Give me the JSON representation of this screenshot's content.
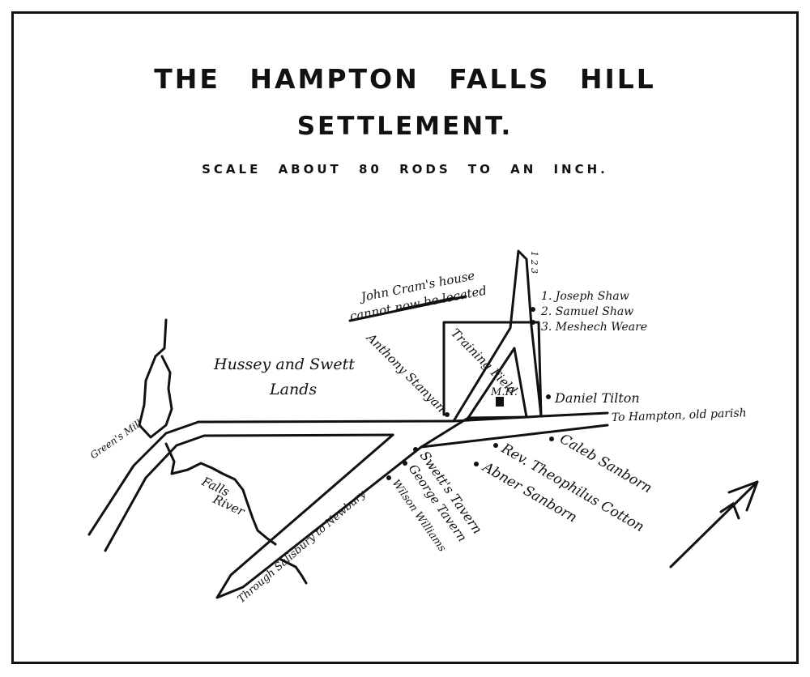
{
  "title": {
    "line1": "THE HAMPTON FALLS HILL",
    "line2": "SETTLEMENT.",
    "scale": "SCALE ABOUT 80 RODS TO AN INCH."
  },
  "labels": {
    "note_line1": "John Cram's house",
    "note_line2": "cannot now be located",
    "hussey_line1": "Hussey and Swett",
    "hussey_line2": "Lands",
    "anthony": "Anthony Stanyan",
    "training": "Training Field",
    "mh": "M.H.",
    "joseph": "1. Joseph Shaw",
    "samuel": "2. Samuel Shaw",
    "mesech": "3. Meshech Weare",
    "numbers": "1 2 3",
    "daniel": "Daniel Tilton",
    "hampton": "To Hampton, old parish",
    "caleb": "Caleb Sanborn",
    "rev": "Rev. Theophilus Cotton",
    "abner": "Abner Sanborn",
    "swetts": "Swett's Tavern",
    "george": "George Tavern",
    "williams": "Wilson Williams",
    "greens": "Green's Mill",
    "falls_line1": "Falls",
    "falls_line2": "River",
    "through": "Through Salisbury to Newbury"
  },
  "colors": {
    "ink": "#111111",
    "paper": "#ffffff"
  },
  "icons": {
    "north": "north-arrow-icon"
  }
}
